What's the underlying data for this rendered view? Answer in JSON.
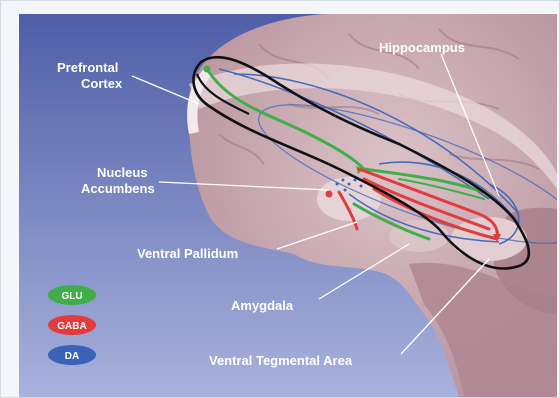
{
  "labels": {
    "prefrontal_line1": "Prefrontal",
    "prefrontal_line2": "Cortex",
    "hippocampus": "Hippocampus",
    "nucleus_line1": "Nucleus",
    "nucleus_line2": "Accumbens",
    "ventral_pallidum": "Ventral Pallidum",
    "amygdala": "Amygdala",
    "vta": "Ventral Tegmental Area"
  },
  "legend": [
    {
      "label": "GLU",
      "color": "#3fae49"
    },
    {
      "label": "GABA",
      "color": "#e23b3b"
    },
    {
      "label": "DA",
      "color": "#3a63b5"
    }
  ],
  "colors": {
    "background_top": "#4f5ea8",
    "background_bottom": "#a9b2dc",
    "brain": "#c6a7b0",
    "outline": "#111111"
  }
}
